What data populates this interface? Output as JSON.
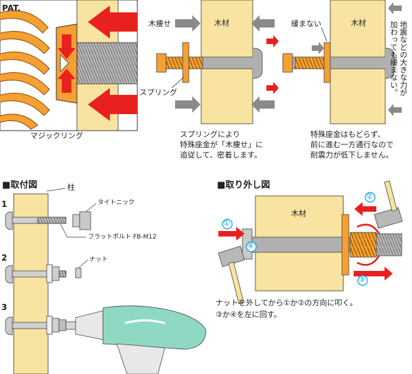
{
  "panel1": {
    "pat": "PAT.",
    "magic_ring": "マジックリング"
  },
  "panel2": {
    "wood": "木材",
    "shrink": "木痩せ",
    "spring": "スプリング",
    "caption": [
      "スプリングにより",
      "特殊座金が「木痩せ」に",
      "追従して、密着します。"
    ]
  },
  "panel3": {
    "wood": "木材",
    "no_loosen": "緩まない",
    "vertical": [
      "地震などの大きな力が",
      "加わっても緩まない。"
    ],
    "caption": [
      "特殊座金はもどらず、",
      "前に進む一方通行なので",
      "耐震力が低下しません。"
    ]
  },
  "install": {
    "title": "■取付図",
    "pillar": "柱",
    "tightnic": "タイトニック",
    "bolt": "フラットボルト FB-M12",
    "nut": "ナット",
    "steps": [
      "1",
      "2",
      "3"
    ]
  },
  "removal": {
    "title": "■取り外し図",
    "wood": "木材",
    "c1": "①",
    "c2": "②",
    "c3": "③",
    "c4": "④",
    "caption1": "ナットを外してから①か②の方向に叩く。",
    "caption2": "③か④を左に回す。"
  },
  "colors": {
    "wood": "#f8e4a0",
    "spring": "#f5a032",
    "arrow_red": "#e8211f",
    "arrow_gray": "#8a8a8a",
    "tool": "#8fd8c4"
  }
}
